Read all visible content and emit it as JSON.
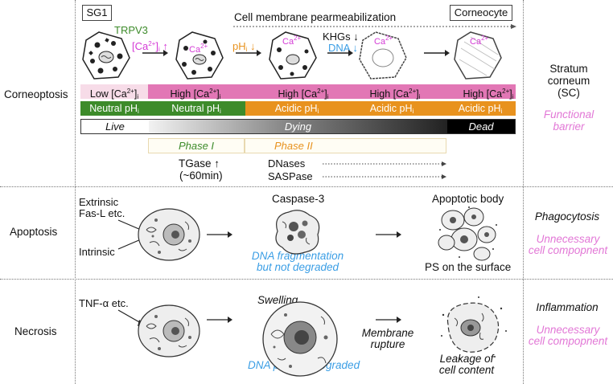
{
  "colors": {
    "green": "#3d8b2a",
    "orange": "#e8921e",
    "pink": "#e277b5",
    "magenta": "#d43bd6",
    "blue": "#3b9ee5",
    "lowpink": "#f7dce8"
  },
  "rows": {
    "corneoptosis": "Corneoptosis",
    "apoptosis": "Apoptosis",
    "necrosis": "Necrosis"
  },
  "top": {
    "sg1": "SG1",
    "membrane": "Cell membrane pearmeabilization",
    "corneocyte": "Corneocyte",
    "trpv3": "TRPV3",
    "ca_up": "[Ca",
    "ca_sup": "2+",
    "ca_tail": "]",
    "ca_sub": "i",
    "ca_arrow": " ↑",
    "ph": "pH",
    "ph_sub": "i",
    "ph_arrow": " ↓",
    "khgs": "KHGs ↓",
    "dna": "DNA ↓",
    "cell_ca": "Ca",
    "cell_ca_sup": "2+"
  },
  "ca_bar": {
    "low": "Low [Ca",
    "high": "High [Ca",
    "sup": "2+",
    "close": "]",
    "sub": "i"
  },
  "ph_bar": {
    "neutral": "Neutral pH",
    "acidic": "Acidic pH",
    "sub": "i"
  },
  "state_bar": {
    "live": "Live",
    "dying": "Dying",
    "dead": "Dead"
  },
  "phases": {
    "phase1": "Phase I",
    "phase2": "Phase II"
  },
  "enzymes": {
    "tgase": "TGase ↑",
    "tgase_time": "(~60min)",
    "dnases": "DNases",
    "saspase": "SASPase"
  },
  "right": {
    "sc1": "Stratum",
    "sc2": "corneum",
    "sc3": "(SC)",
    "barrier1": "Functional",
    "barrier2": "barrier",
    "phagocytosis": "Phagocytosis",
    "unnec1": "Unnecessary",
    "unnec2": "cell compopnent",
    "inflammation": "Inflammation",
    "unnec3": "Unnecessary",
    "unnec4": "cell compopnent"
  },
  "apoptosis": {
    "extrinsic": "Extrinsic",
    "fasl": "Fas-L etc.",
    "intrinsic": "Intrinsic",
    "caspase": "Caspase-3",
    "dnafrag1": "DNA fragmentation",
    "dnafrag2": "but not degraded",
    "body": "Apoptotic body",
    "ps": "PS on the surface"
  },
  "necrosis": {
    "tnf": "TNF-α etc.",
    "swelling": "Swelling",
    "dnadeg": "DNA partially degraded",
    "mem1": "Membrane",
    "mem2": "rupture",
    "leak1": "Leakage of",
    "leak2": "cell content"
  }
}
